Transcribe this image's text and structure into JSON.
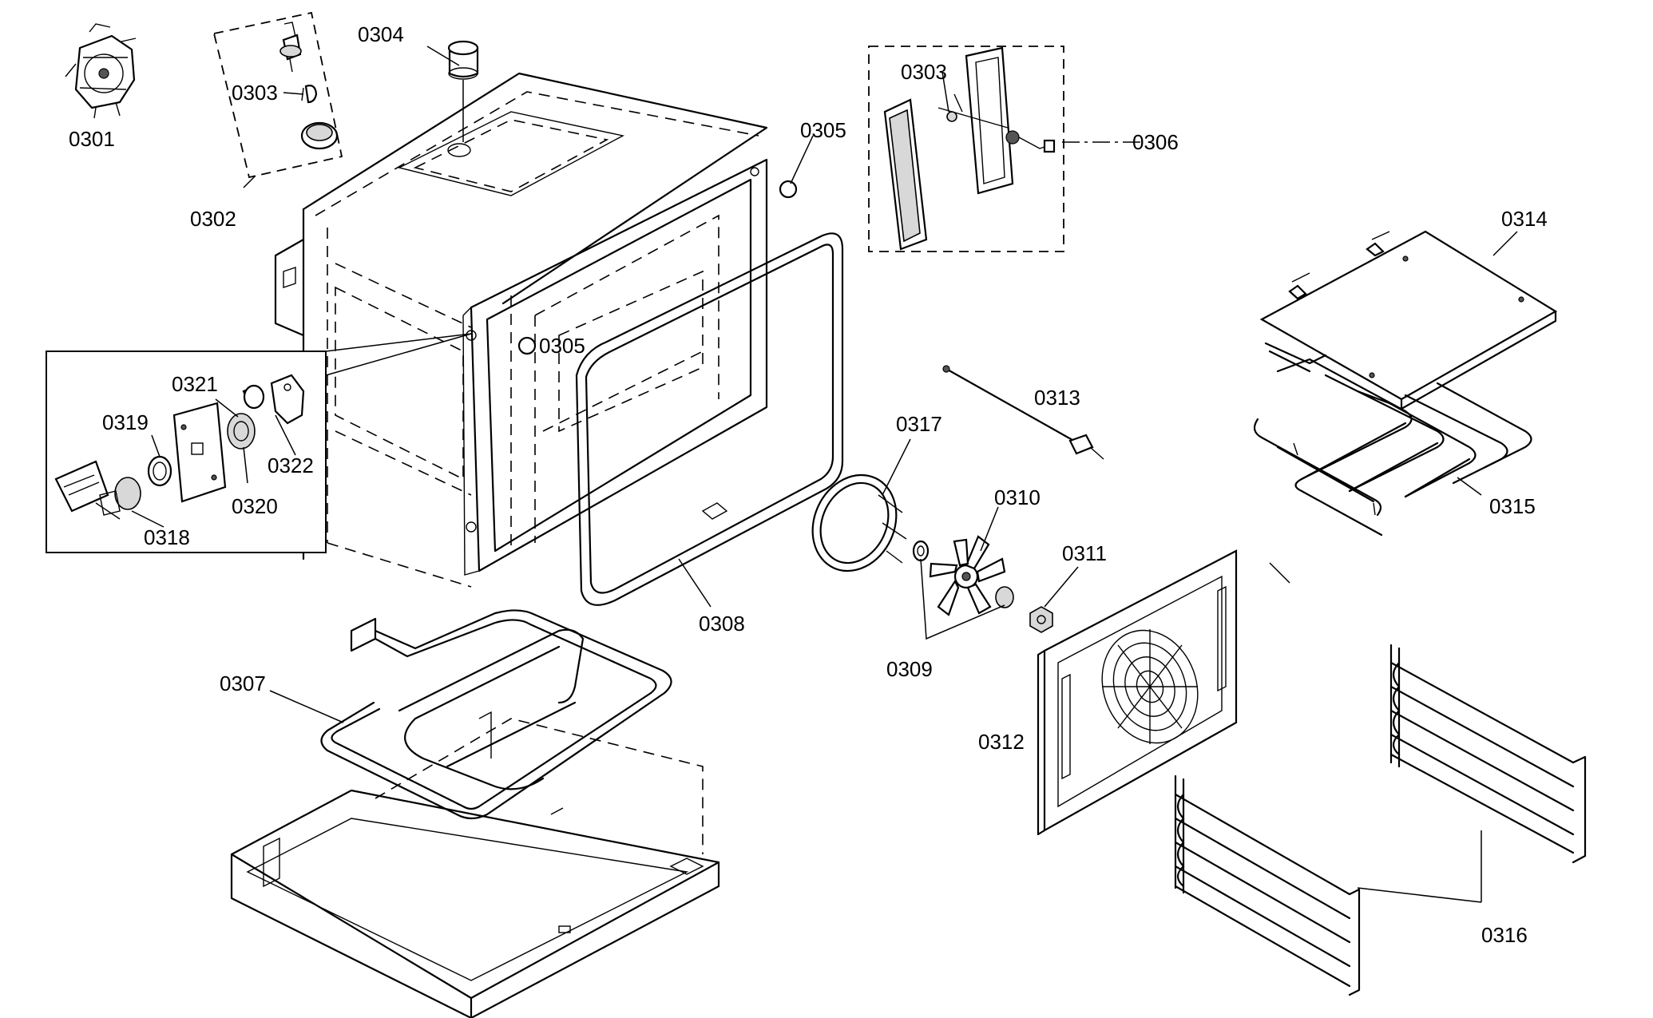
{
  "diagram": {
    "parts": [
      {
        "id": "p0301",
        "number": "0301"
      },
      {
        "id": "p0302",
        "number": "0302"
      },
      {
        "id": "p0303a",
        "number": "0303"
      },
      {
        "id": "p0303b",
        "number": "0303"
      },
      {
        "id": "p0304",
        "number": "0304"
      },
      {
        "id": "p0305a",
        "number": "0305"
      },
      {
        "id": "p0305b",
        "number": "0305"
      },
      {
        "id": "p0306",
        "number": "0306"
      },
      {
        "id": "p0307",
        "number": "0307"
      },
      {
        "id": "p0308",
        "number": "0308"
      },
      {
        "id": "p0309",
        "number": "0309"
      },
      {
        "id": "p0310",
        "number": "0310"
      },
      {
        "id": "p0311",
        "number": "0311"
      },
      {
        "id": "p0312",
        "number": "0312"
      },
      {
        "id": "p0313",
        "number": "0313"
      },
      {
        "id": "p0314",
        "number": "0314"
      },
      {
        "id": "p0315",
        "number": "0315"
      },
      {
        "id": "p0316",
        "number": "0316"
      },
      {
        "id": "p0317",
        "number": "0317"
      },
      {
        "id": "p0318",
        "number": "0318"
      },
      {
        "id": "p0319",
        "number": "0319"
      },
      {
        "id": "p0320",
        "number": "0320"
      },
      {
        "id": "p0321",
        "number": "0321"
      },
      {
        "id": "p0322",
        "number": "0322"
      }
    ]
  }
}
